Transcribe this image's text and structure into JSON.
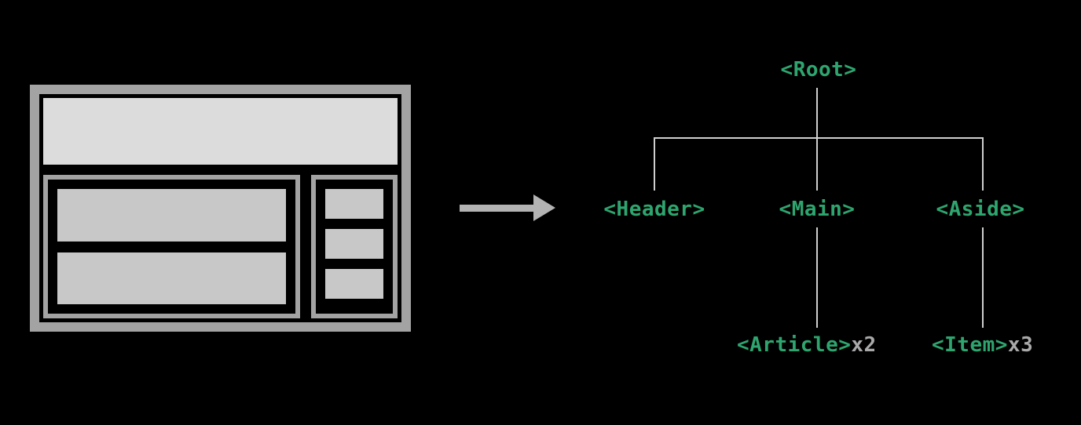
{
  "colors": {
    "background": "#000000",
    "wireframe_frame": "#a3a3a3",
    "wireframe_header_fill": "#dcdcdc",
    "wireframe_block_fill": "#c8c8c8",
    "arrow": "#b3b3b3",
    "tree_line": "#cfcfcf",
    "tag_green": "#2ea56f",
    "count_gray": "#a9a9a9"
  },
  "tree": {
    "root": {
      "label": "<Root>"
    },
    "children": [
      {
        "label": "<Header>"
      },
      {
        "label": "<Main>"
      },
      {
        "label": "<Aside>"
      }
    ],
    "leaves": [
      {
        "label": "<Article>",
        "count": "x2"
      },
      {
        "label": "<Item>",
        "count": "x3"
      }
    ]
  }
}
